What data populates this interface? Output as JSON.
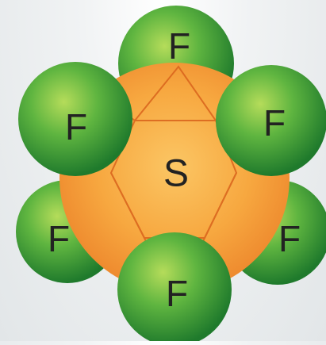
{
  "molecule": {
    "central_atom": {
      "symbol": "S"
    },
    "outer_atoms": [
      {
        "symbol": "F"
      },
      {
        "symbol": "F"
      },
      {
        "symbol": "F"
      },
      {
        "symbol": "F"
      },
      {
        "symbol": "F"
      },
      {
        "symbol": "F"
      }
    ]
  },
  "colors": {
    "sulfur_core": "#f7b34a",
    "sulfur_edge": "#ee8a2e",
    "bond_lines": "#d9631c",
    "fluorine_light": "#a6d653",
    "fluorine_mid": "#3fa33a",
    "fluorine_dark": "#1f7a2c",
    "label": "#222222"
  }
}
